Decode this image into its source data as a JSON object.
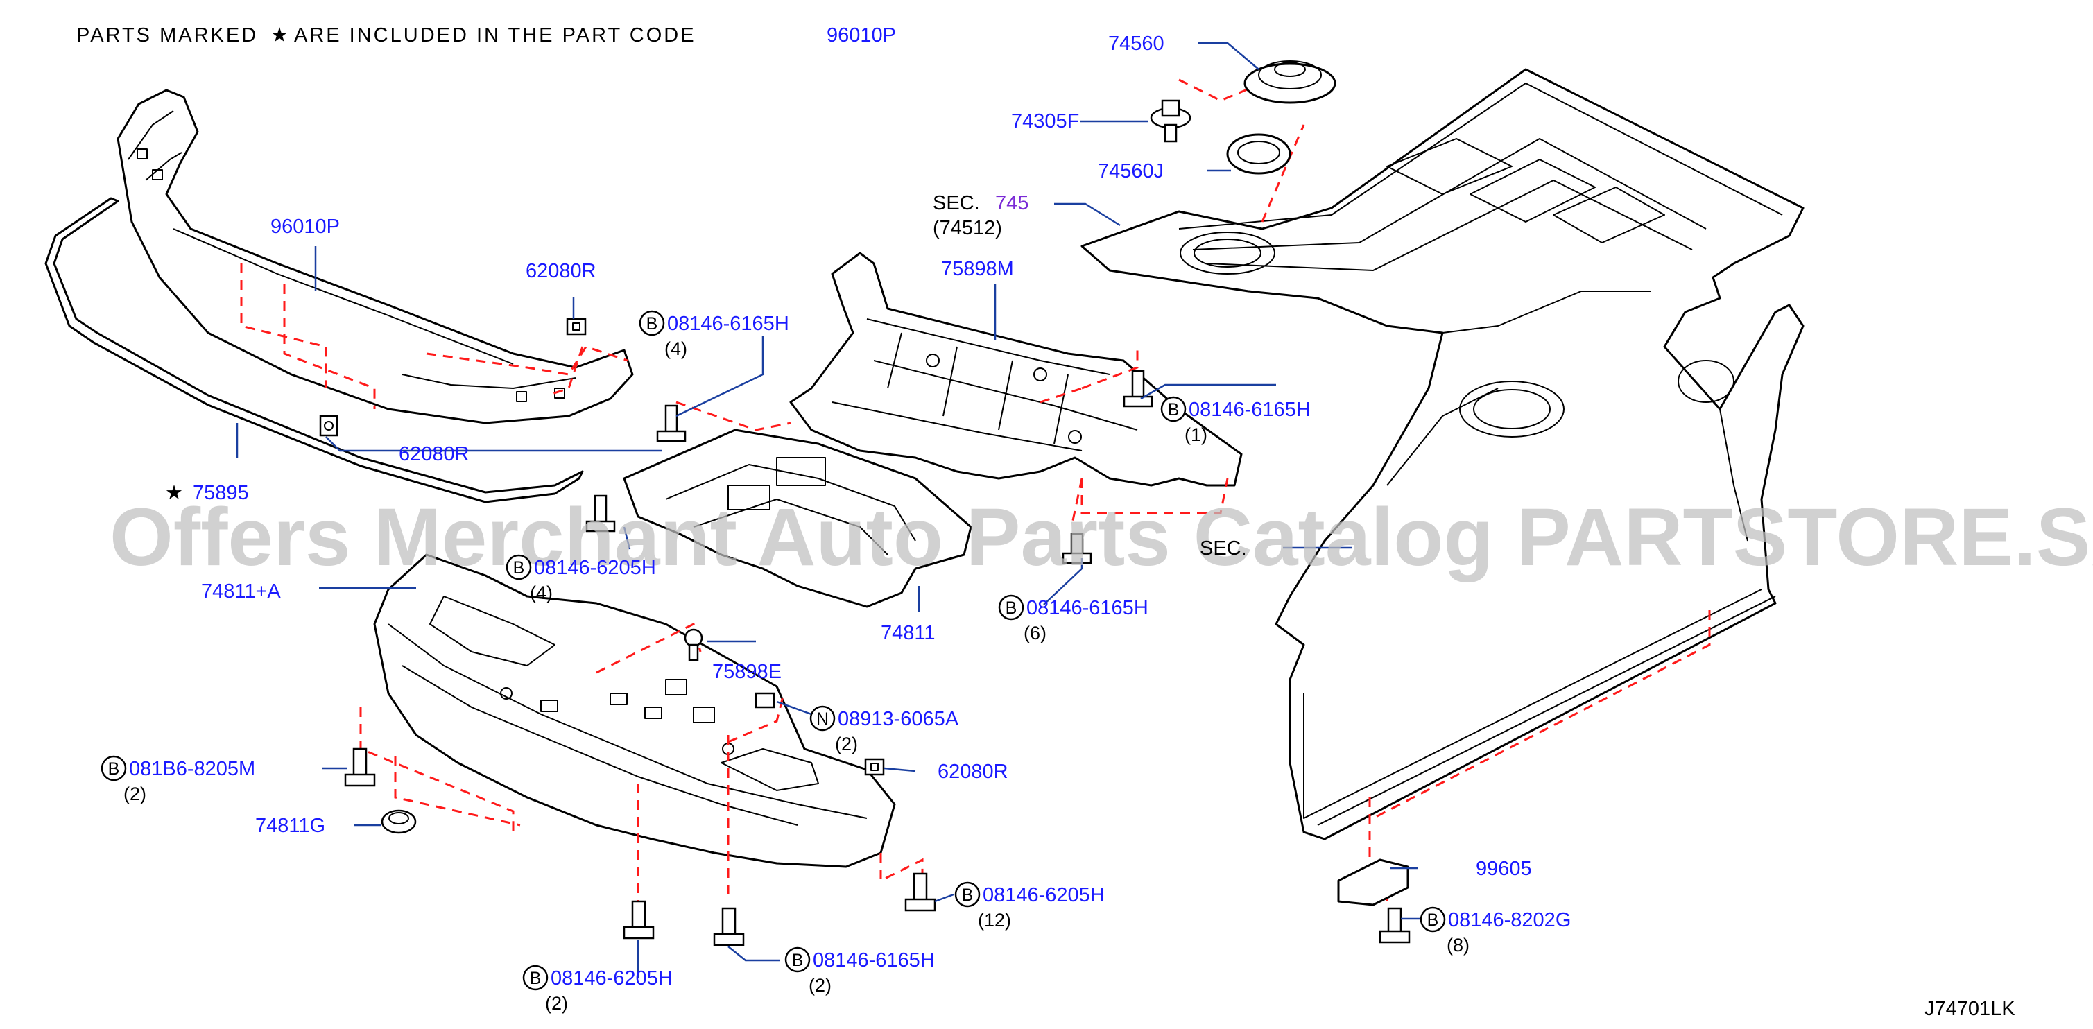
{
  "header": {
    "note_prefix": "PARTS MARKED",
    "note_star": "★",
    "note_suffix": "ARE INCLUDED IN THE PART CODE",
    "note_part_code": "96010P"
  },
  "watermark": "Offers Merchant Auto Parts Catalog PARTSTORE.SA",
  "diagram_code": "J74701LK",
  "section_ref": {
    "prefix": "SEC.",
    "number": "745",
    "sub": "(74512)",
    "second_prefix": "SEC."
  },
  "callouts": [
    {
      "id": "c74560",
      "label": "74560"
    },
    {
      "id": "c74305F",
      "label": "74305F"
    },
    {
      "id": "c74560J",
      "label": "74560J"
    },
    {
      "id": "c96010P",
      "label": "96010P"
    },
    {
      "id": "c62080R_a",
      "label": "62080R"
    },
    {
      "id": "c62080R_b",
      "label": "62080R"
    },
    {
      "id": "c75895",
      "label": "75895",
      "star": "★"
    },
    {
      "id": "c75898M",
      "label": "75898M"
    },
    {
      "id": "c74811A",
      "label": "74811+A"
    },
    {
      "id": "c74811",
      "label": "74811"
    },
    {
      "id": "c75898E",
      "label": "75898E"
    },
    {
      "id": "c62080R_c",
      "label": "62080R"
    },
    {
      "id": "c74811G",
      "label": "74811G"
    },
    {
      "id": "c99605",
      "label": "99605"
    }
  ],
  "fastener_callouts": [
    {
      "id": "b1",
      "badge": "B",
      "label": "08146-6165H",
      "qty": "(4)"
    },
    {
      "id": "b2",
      "badge": "B",
      "label": "08146-6165H",
      "qty": "(1)"
    },
    {
      "id": "b3",
      "badge": "B",
      "label": "08146-6205H",
      "qty": "(4)"
    },
    {
      "id": "b4",
      "badge": "B",
      "label": "08146-6165H",
      "qty": "(6)"
    },
    {
      "id": "b5",
      "badge": "N",
      "label": "08913-6065A",
      "qty": "(2)"
    },
    {
      "id": "b6",
      "badge": "B",
      "label": "081B6-8205M",
      "qty": "(2)"
    },
    {
      "id": "b7",
      "badge": "B",
      "label": "08146-6205H",
      "qty": "(12)"
    },
    {
      "id": "b8",
      "badge": "B",
      "label": "08146-6205H",
      "qty": "(2)"
    },
    {
      "id": "b9",
      "badge": "B",
      "label": "08146-6165H",
      "qty": "(2)"
    },
    {
      "id": "b10",
      "badge": "B",
      "label": "08146-8202G",
      "qty": "(8)"
    }
  ],
  "colors": {
    "part_number": "#1a1aff",
    "leader_line": "#1a3fa0",
    "dashed_line": "#ff1a1a",
    "section_number": "#7a2ad6",
    "outline": "#000000"
  }
}
